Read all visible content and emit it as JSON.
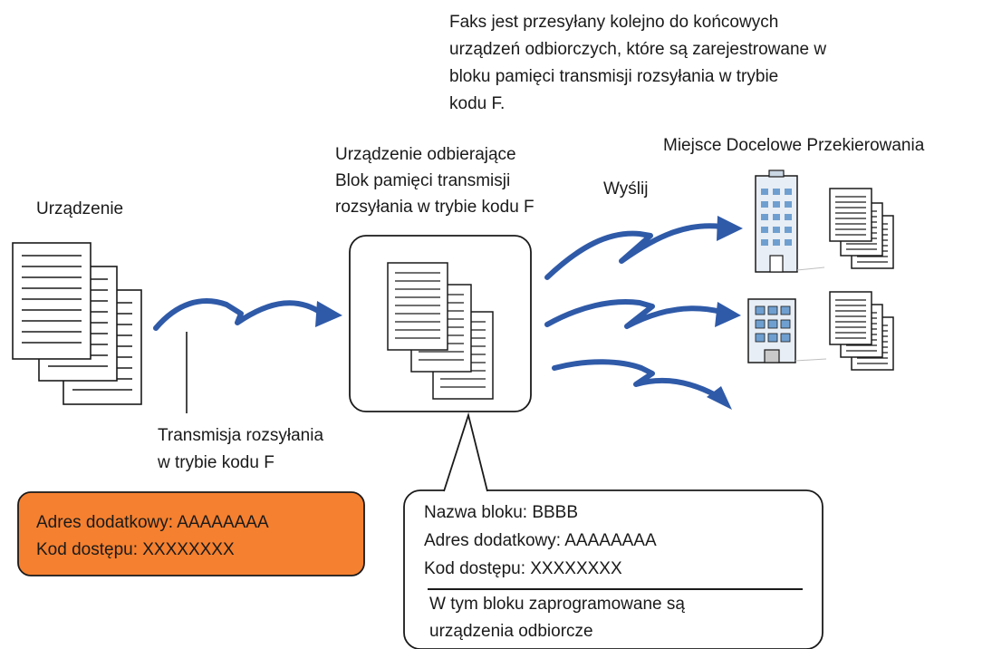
{
  "description_text": [
    "Faks jest przesyłany kolejno do końcowych",
    "urządzeń odbiorczych, które są zarejestrowane w",
    "bloku pamięci transmisji rozsyłania w trybie",
    "kodu F."
  ],
  "source_device": {
    "label": "Urządzenie"
  },
  "receiving_device": {
    "label_lines": [
      "Urządzenie odbierające",
      "Blok pamięci transmisji",
      "rozsyłania w trybie kodu F"
    ]
  },
  "destinations": {
    "label": "Miejsce Docelowe Przekierowania"
  },
  "send_label": "Wyślij",
  "broadcast_label": [
    "Transmisja rozsyłania",
    "w trybie kodu F"
  ],
  "sender_box": {
    "lines": [
      "Adres dodatkowy: AAAAAAAA",
      "Kod dostępu: XXXXXXXX"
    ],
    "color": "#f5802f"
  },
  "block_callout": {
    "lines": [
      "Nazwa bloku: BBBB",
      "Adres dodatkowy: AAAAAAAA",
      "Kod dostępu: XXXXXXXX"
    ],
    "note_lines": [
      "W tym bloku zaprogramowane są",
      "urządzenia odbiorcze"
    ]
  },
  "colors": {
    "arrow": "#2f5aa8",
    "building": "#6f9fd0",
    "building_light": "#e8eef5"
  }
}
